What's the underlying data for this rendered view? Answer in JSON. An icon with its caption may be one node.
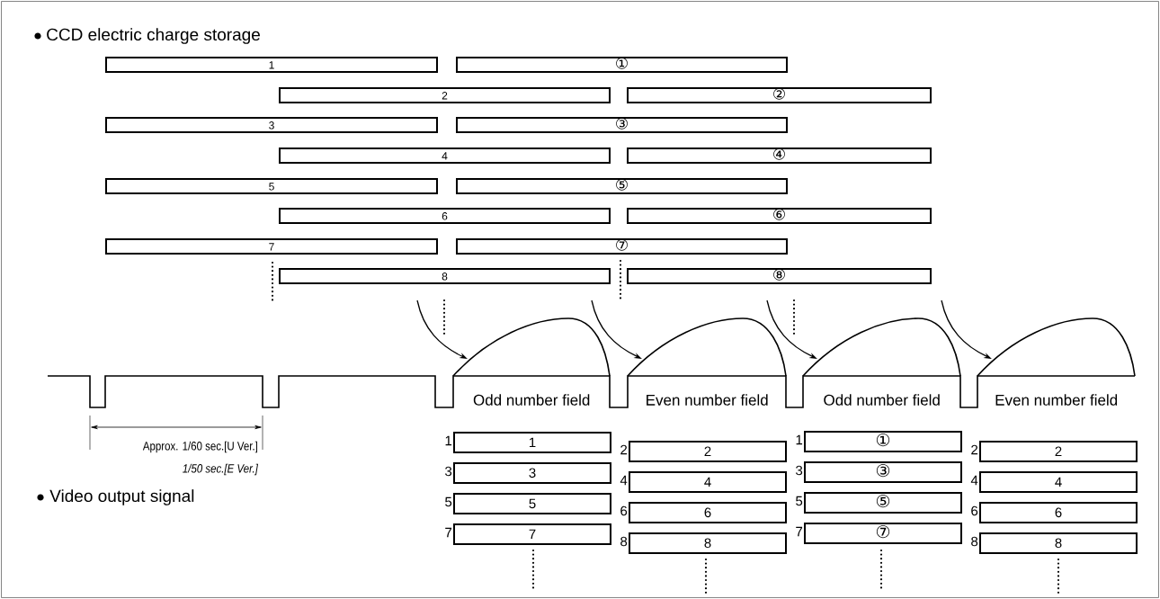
{
  "diagram": {
    "nodes": [
      {
        "text": [
          "1"
        ]
      },
      {
        "text": [
          "①"
        ]
      },
      {
        "text": [
          "2"
        ]
      },
      {
        "text": [
          "②"
        ]
      },
      {
        "text": [
          "3"
        ]
      },
      {
        "text": [
          "③"
        ]
      },
      {
        "text": [
          "4"
        ]
      },
      {
        "text": [
          "④"
        ]
      },
      {
        "text": [
          "5"
        ]
      },
      {
        "text": [
          "⑤"
        ]
      },
      {
        "text": [
          "6"
        ]
      },
      {
        "text": [
          "⑥"
        ]
      },
      {
        "text": [
          "7"
        ]
      },
      {
        "text": [
          "⑦"
        ]
      },
      {
        "text": [
          "8"
        ]
      },
      {
        "text": [
          "⑧"
        ]
      },
      {
        "text": [
          "Odd number field"
        ]
      },
      {
        "text": [
          "Even number field"
        ]
      },
      {
        "text": [
          "Odd number field"
        ]
      },
      {
        "text": [
          "Even number field"
        ]
      },
      {
        "text": [
          "1"
        ],
        "beside": [
          "1"
        ]
      },
      {
        "text": [
          "3"
        ],
        "beside": [
          "3"
        ]
      },
      {
        "text": [
          "5"
        ],
        "beside": [
          "5"
        ]
      },
      {
        "text": [
          "7"
        ],
        "beside": [
          "7"
        ]
      },
      {
        "text": [
          "2"
        ],
        "beside": [
          "2"
        ]
      },
      {
        "text": [
          "4"
        ],
        "beside": [
          "4"
        ]
      },
      {
        "text": [
          "6"
        ],
        "beside": [
          "6"
        ]
      },
      {
        "text": [
          "8"
        ],
        "beside": [
          "8"
        ]
      },
      {
        "text": [
          "①"
        ],
        "beside": [
          "1"
        ]
      },
      {
        "text": [
          "③"
        ],
        "beside": [
          "3"
        ]
      },
      {
        "text": [
          "⑤"
        ],
        "beside": [
          "5"
        ]
      },
      {
        "text": [
          "⑦"
        ],
        "beside": [
          "7"
        ]
      },
      {
        "text": [
          "2"
        ],
        "beside": [
          "2"
        ]
      },
      {
        "text": [
          "4"
        ],
        "beside": [
          "4"
        ]
      },
      {
        "text": [
          "6"
        ],
        "beside": [
          "6"
        ]
      },
      {
        "text": [
          "8"
        ],
        "beside": [
          "8"
        ]
      }
    ],
    "edges": [
      {
        "from": null,
        "to": 16,
        "arrow": "to"
      },
      {
        "from": null,
        "to": 17,
        "arrow": "to"
      },
      {
        "from": null,
        "to": 18,
        "arrow": "to"
      },
      {
        "from": null,
        "to": 19,
        "arrow": "to"
      }
    ],
    "labels": [
      "CCD electric charge storage",
      "Approx. 1/60 sec.[U Ver.]",
      "1/50 sec.[E Ver.]",
      "Video output signal"
    ]
  }
}
